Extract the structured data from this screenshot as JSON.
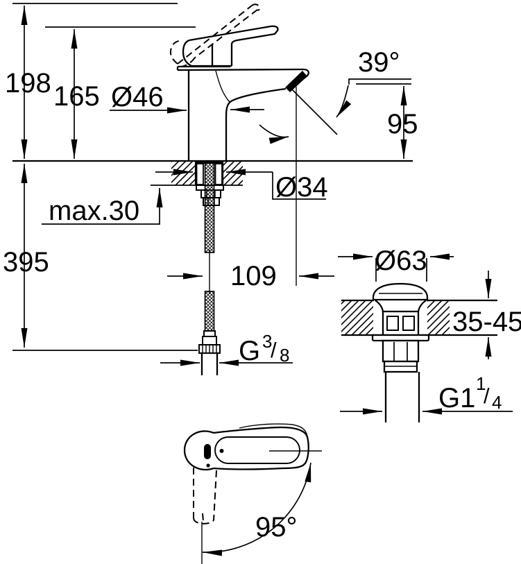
{
  "page": {
    "type": "technical-dimension-drawing",
    "subject": "single-lever basin mixer faucet with waste set",
    "ink_color": "#000000",
    "background_color": "#ffffff"
  },
  "labels": {
    "total_height": "198",
    "body_height": "165",
    "base_diameter": "Ø46",
    "aerator_angle": "39°",
    "spout_height": "95",
    "hole_diameter": "Ø34",
    "deck_thickness_max": "max.30",
    "supply_length": "395",
    "spout_reach": "109",
    "waste_cap_diameter": "Ø63",
    "waste_deck_range": "35-45",
    "handle_swing_angle": "95°",
    "supply_thread": {
      "base": "G",
      "numerator": "3",
      "slash": "/",
      "denominator": "8"
    },
    "waste_thread": {
      "base": "G1",
      "numerator": "1",
      "slash": "/",
      "denominator": "4"
    }
  }
}
